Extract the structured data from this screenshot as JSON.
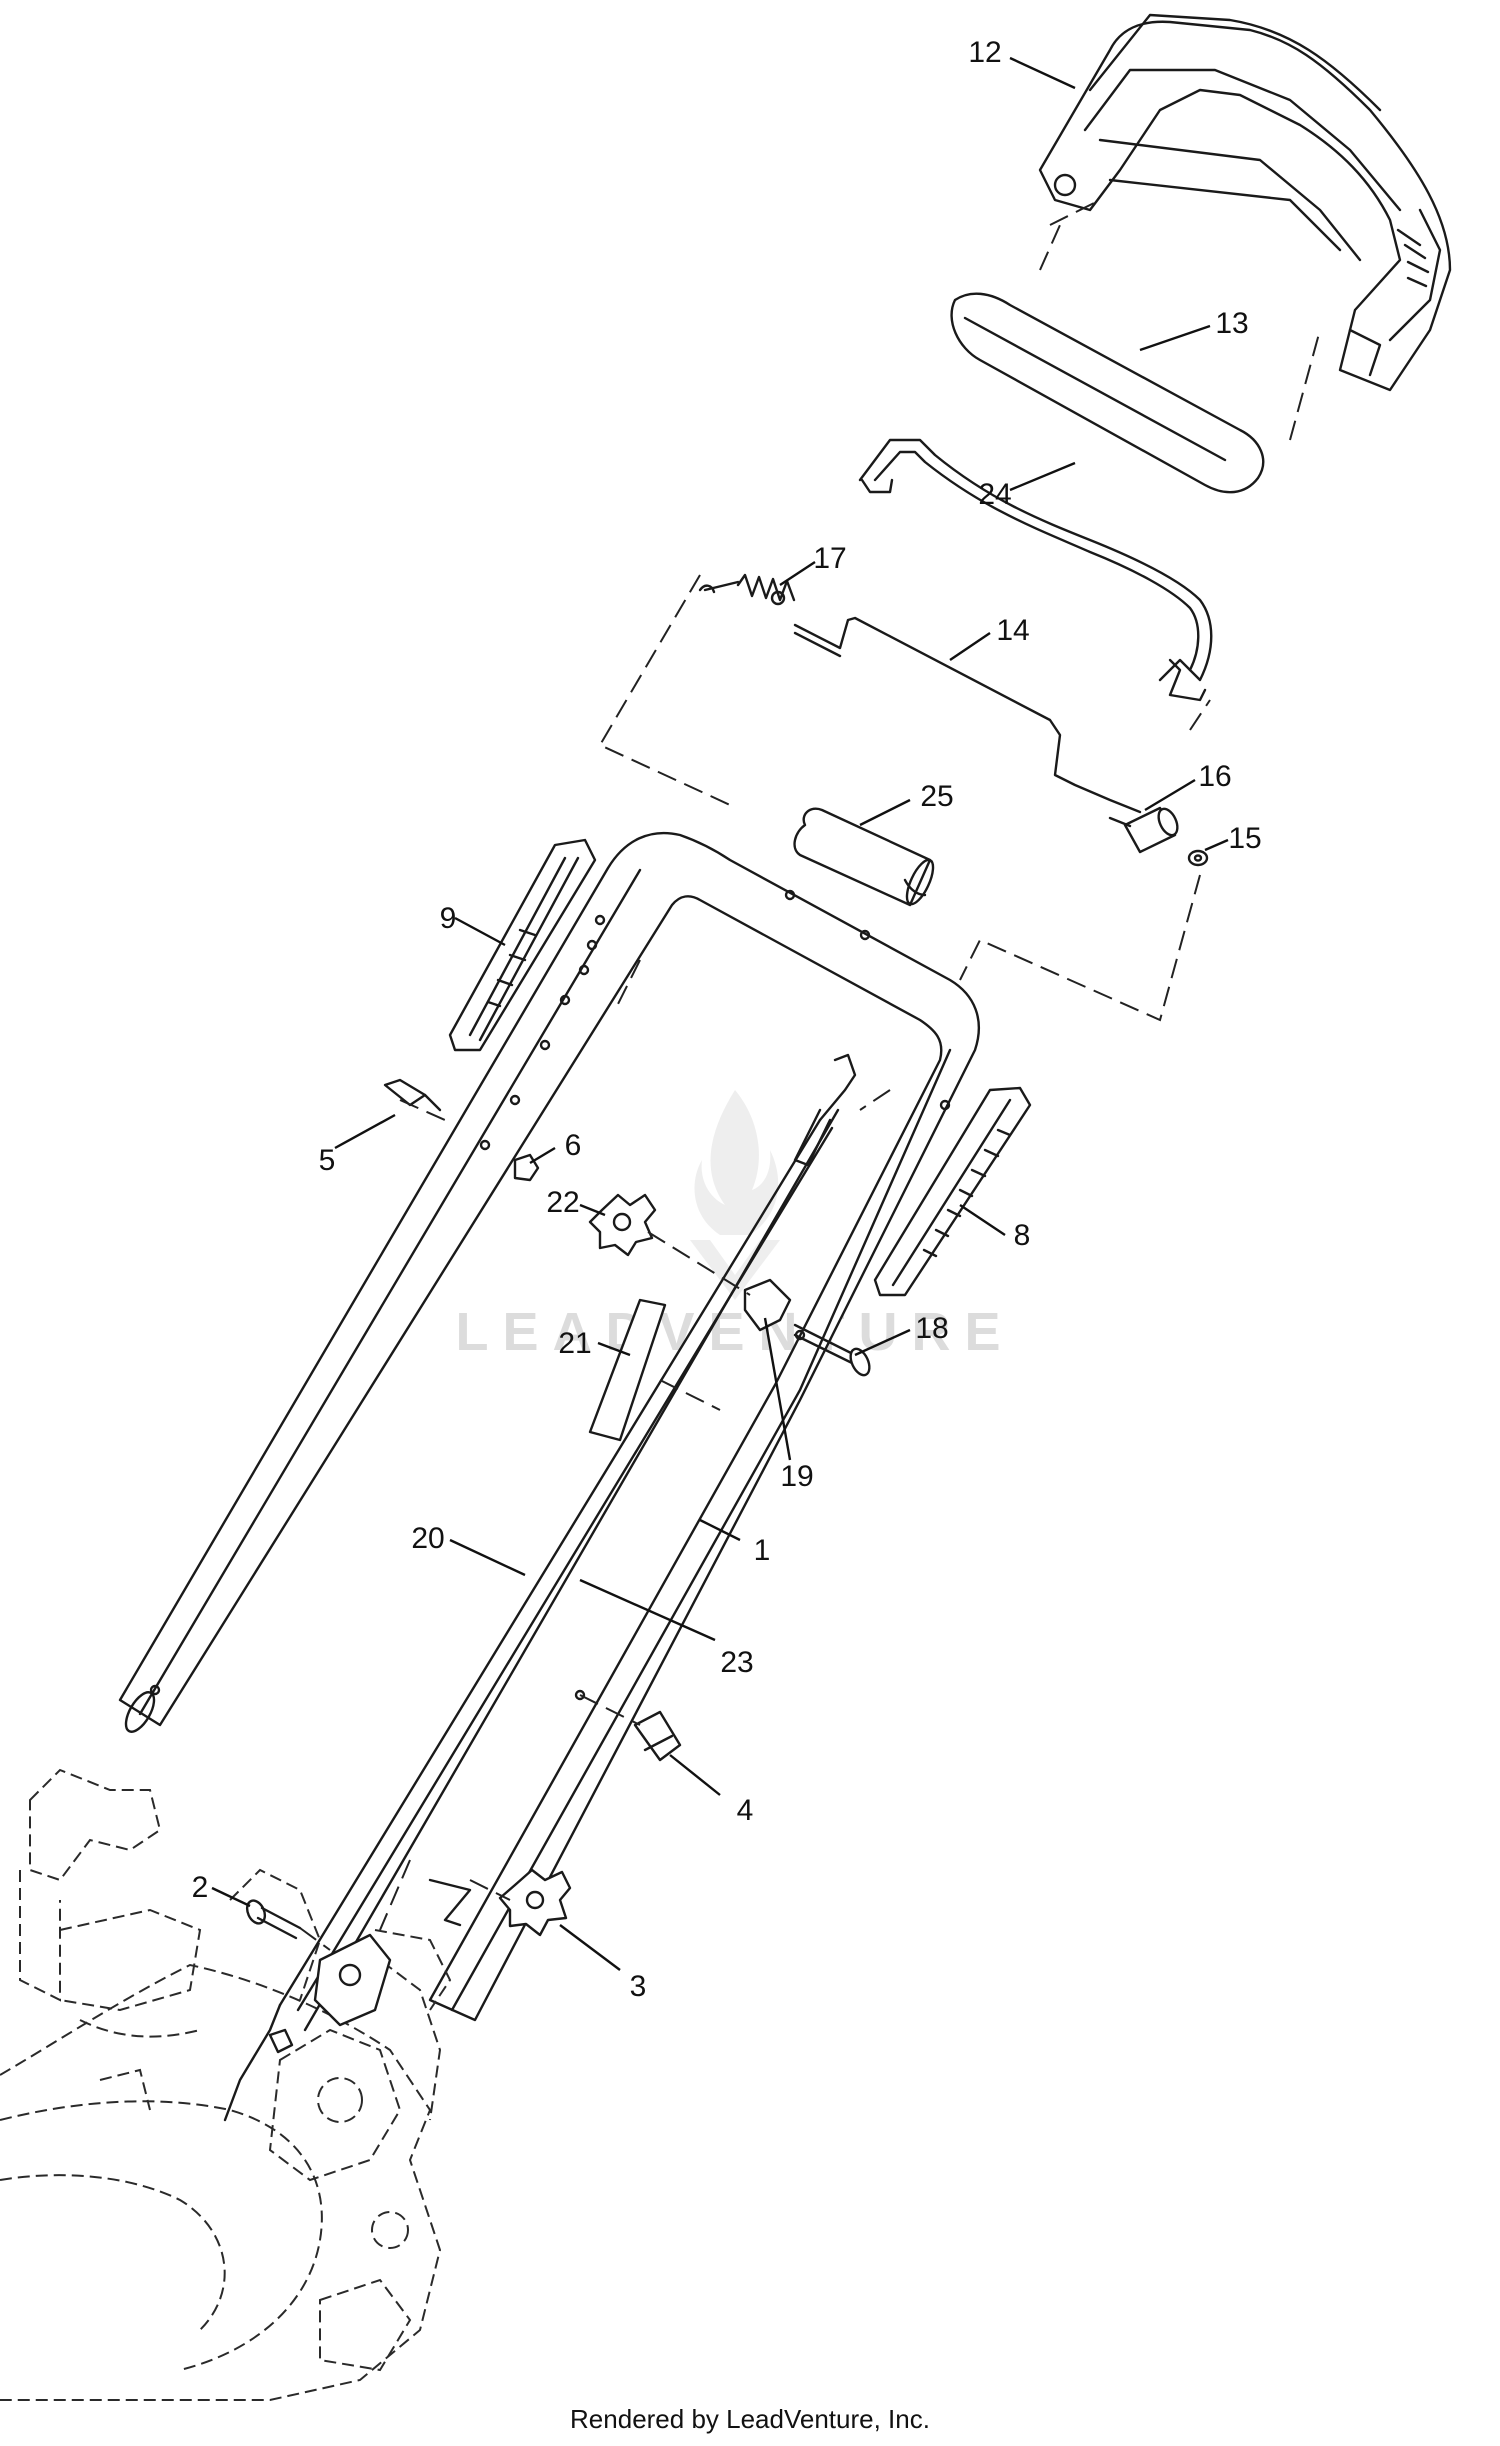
{
  "watermark": {
    "text": "LEADVENTURE"
  },
  "footer": {
    "text": "Rendered by LeadVenture, Inc."
  },
  "callouts": [
    "1",
    "2",
    "3",
    "4",
    "5",
    "6",
    "8",
    "9",
    "12",
    "13",
    "14",
    "15",
    "16",
    "17",
    "18",
    "19",
    "20",
    "21",
    "22",
    "23",
    "24",
    "25"
  ]
}
